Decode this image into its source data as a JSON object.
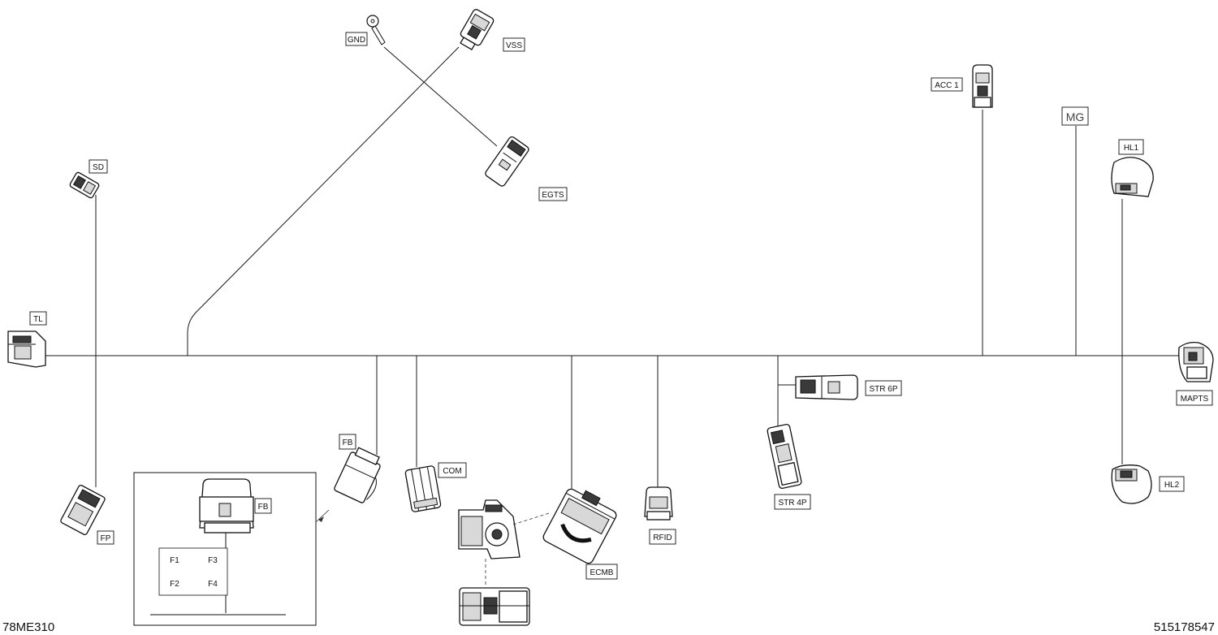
{
  "labels": {
    "gnd": "GND",
    "vss": "VSS",
    "egts": "EGTS",
    "sd": "SD",
    "tl": "TL",
    "fp": "FP",
    "fb": "FB",
    "fb_detail": "FB",
    "com": "COM",
    "ecmb": "ECMB",
    "rfid": "RFID",
    "str6p": "STR 6P",
    "str4p": "STR 4P",
    "acc1": "ACC 1",
    "mg": "MG",
    "hl1": "HL1",
    "hl2": "HL2",
    "mapts": "MAPTS"
  },
  "fuses": {
    "f1": "F1",
    "f2": "F2",
    "f3": "F3",
    "f4": "F4"
  },
  "footer": {
    "left_code": "78ME310",
    "right_code": "515178547"
  }
}
